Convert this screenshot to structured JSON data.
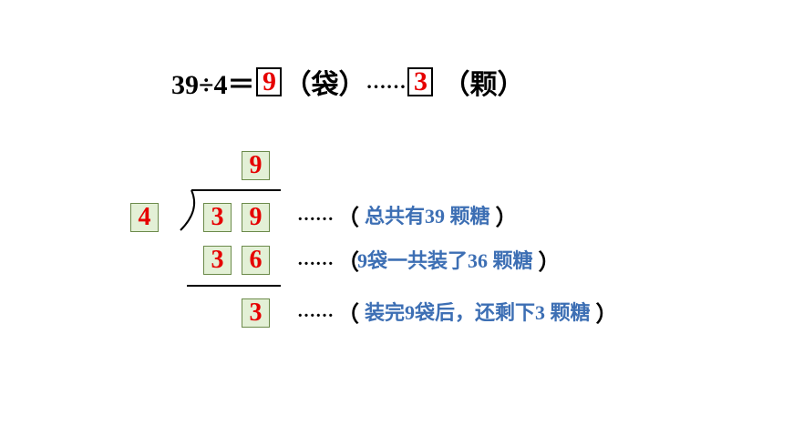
{
  "equation": {
    "prefix": "39÷4＝",
    "quotient": "9",
    "unit1": "（袋）",
    "dots": "……",
    "remainder": "3",
    "unit2": "（颗）"
  },
  "division": {
    "quotient_digit": "9",
    "divisor": "4",
    "dividend": [
      "3",
      "9"
    ],
    "product": [
      "3",
      "6"
    ],
    "remainder": "3"
  },
  "notes": [
    {
      "dots": "……",
      "open": "（",
      "text": "总共有39 颗糖",
      "close": "）"
    },
    {
      "dots": "……",
      "open": "（",
      "text": "9袋一共装了36 颗糖",
      "close": "）"
    },
    {
      "dots": "……",
      "open": "（",
      "text": "装完9袋后，还剩下3 颗糖",
      "close": "）"
    }
  ],
  "colors": {
    "digit": "#e60000",
    "box_fill": "#e3f0d6",
    "note_text": "#3d6fb4"
  }
}
